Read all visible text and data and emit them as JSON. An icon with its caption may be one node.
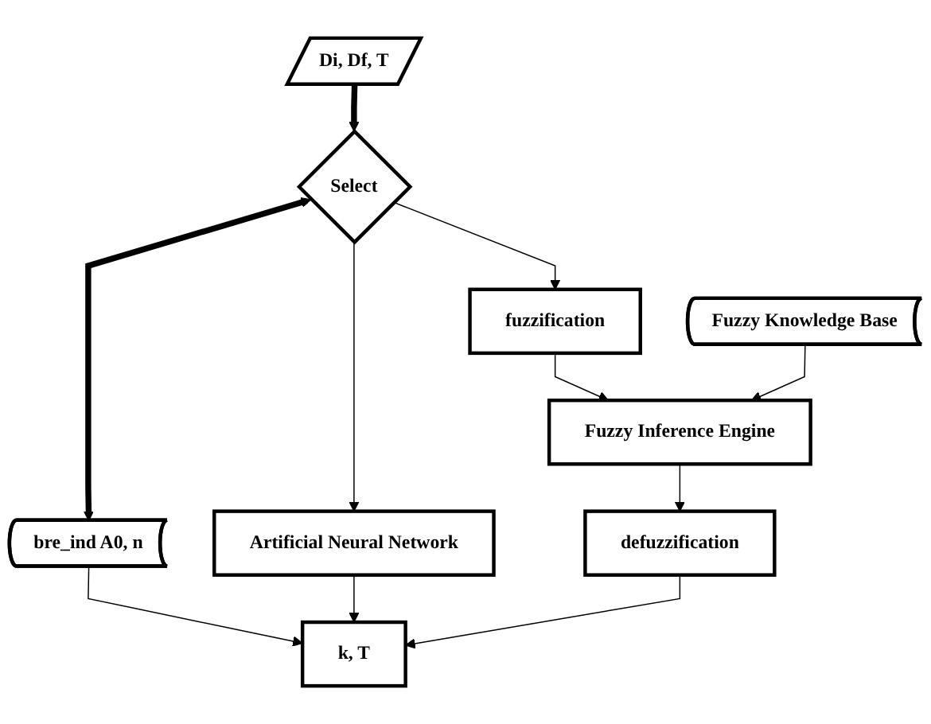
{
  "diagram": {
    "nodes": [
      {
        "text": [
          "Di, Df, T"
        ]
      },
      {
        "text": [
          "Select"
        ]
      },
      {
        "text": [
          "fuzzification"
        ]
      },
      {
        "text": [
          "bre_ind A0, n"
        ]
      },
      {
        "text": [
          "Fuzzy Inference Engine"
        ]
      },
      {
        "text": [
          "Fuzzy Knowledge Base"
        ]
      },
      {
        "text": [
          "Artificial Neural Network"
        ]
      },
      {
        "text": [
          "defuzzification"
        ]
      },
      {
        "text": [
          "k, T"
        ]
      }
    ],
    "edges": [
      {
        "from": 0,
        "to": 1,
        "arrow": "to",
        "style": "thick"
      },
      {
        "from": 1,
        "to": 2,
        "arrow": "to"
      },
      {
        "from": 1,
        "to": 3,
        "arrow": "both",
        "style": "thick"
      },
      {
        "from": 1,
        "to": 6,
        "arrow": "to"
      },
      {
        "from": 2,
        "to": 4,
        "arrow": "to"
      },
      {
        "from": 5,
        "to": 4,
        "arrow": "to"
      },
      {
        "from": 3,
        "to": 8,
        "arrow": "to"
      },
      {
        "from": 6,
        "to": 8,
        "arrow": "to"
      },
      {
        "from": 4,
        "to": 7,
        "arrow": "to"
      },
      {
        "from": 7,
        "to": 8,
        "arrow": "to"
      }
    ]
  }
}
